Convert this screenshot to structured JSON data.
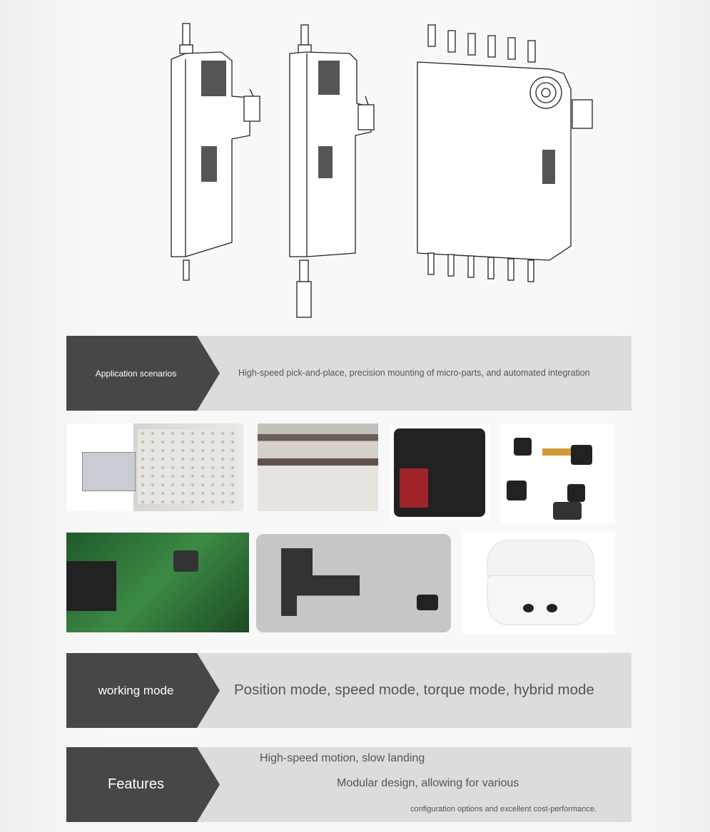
{
  "banners": {
    "application": {
      "label": "Application scenarios",
      "text": "High-speed pick-and-place, precision mounting of micro-parts, and automated integration"
    },
    "working_mode": {
      "label": "working mode",
      "text": "Position mode, speed mode, torque mode, hybrid mode"
    },
    "features": {
      "label": "Features",
      "line1": "High-speed motion, slow landing",
      "line2": "Modular design, allowing for various",
      "line3": "configuration options and excellent cost-performance."
    }
  },
  "photos": [
    "pick-and-place-machine",
    "smd-components-tape",
    "camera-module-board",
    "camera-modules",
    "pcb-closeup",
    "phone-back-flex-cable",
    "wireless-earbuds-case"
  ],
  "colors": {
    "dark": "#474747",
    "light": "#dcdcdc",
    "text": "#555555"
  }
}
